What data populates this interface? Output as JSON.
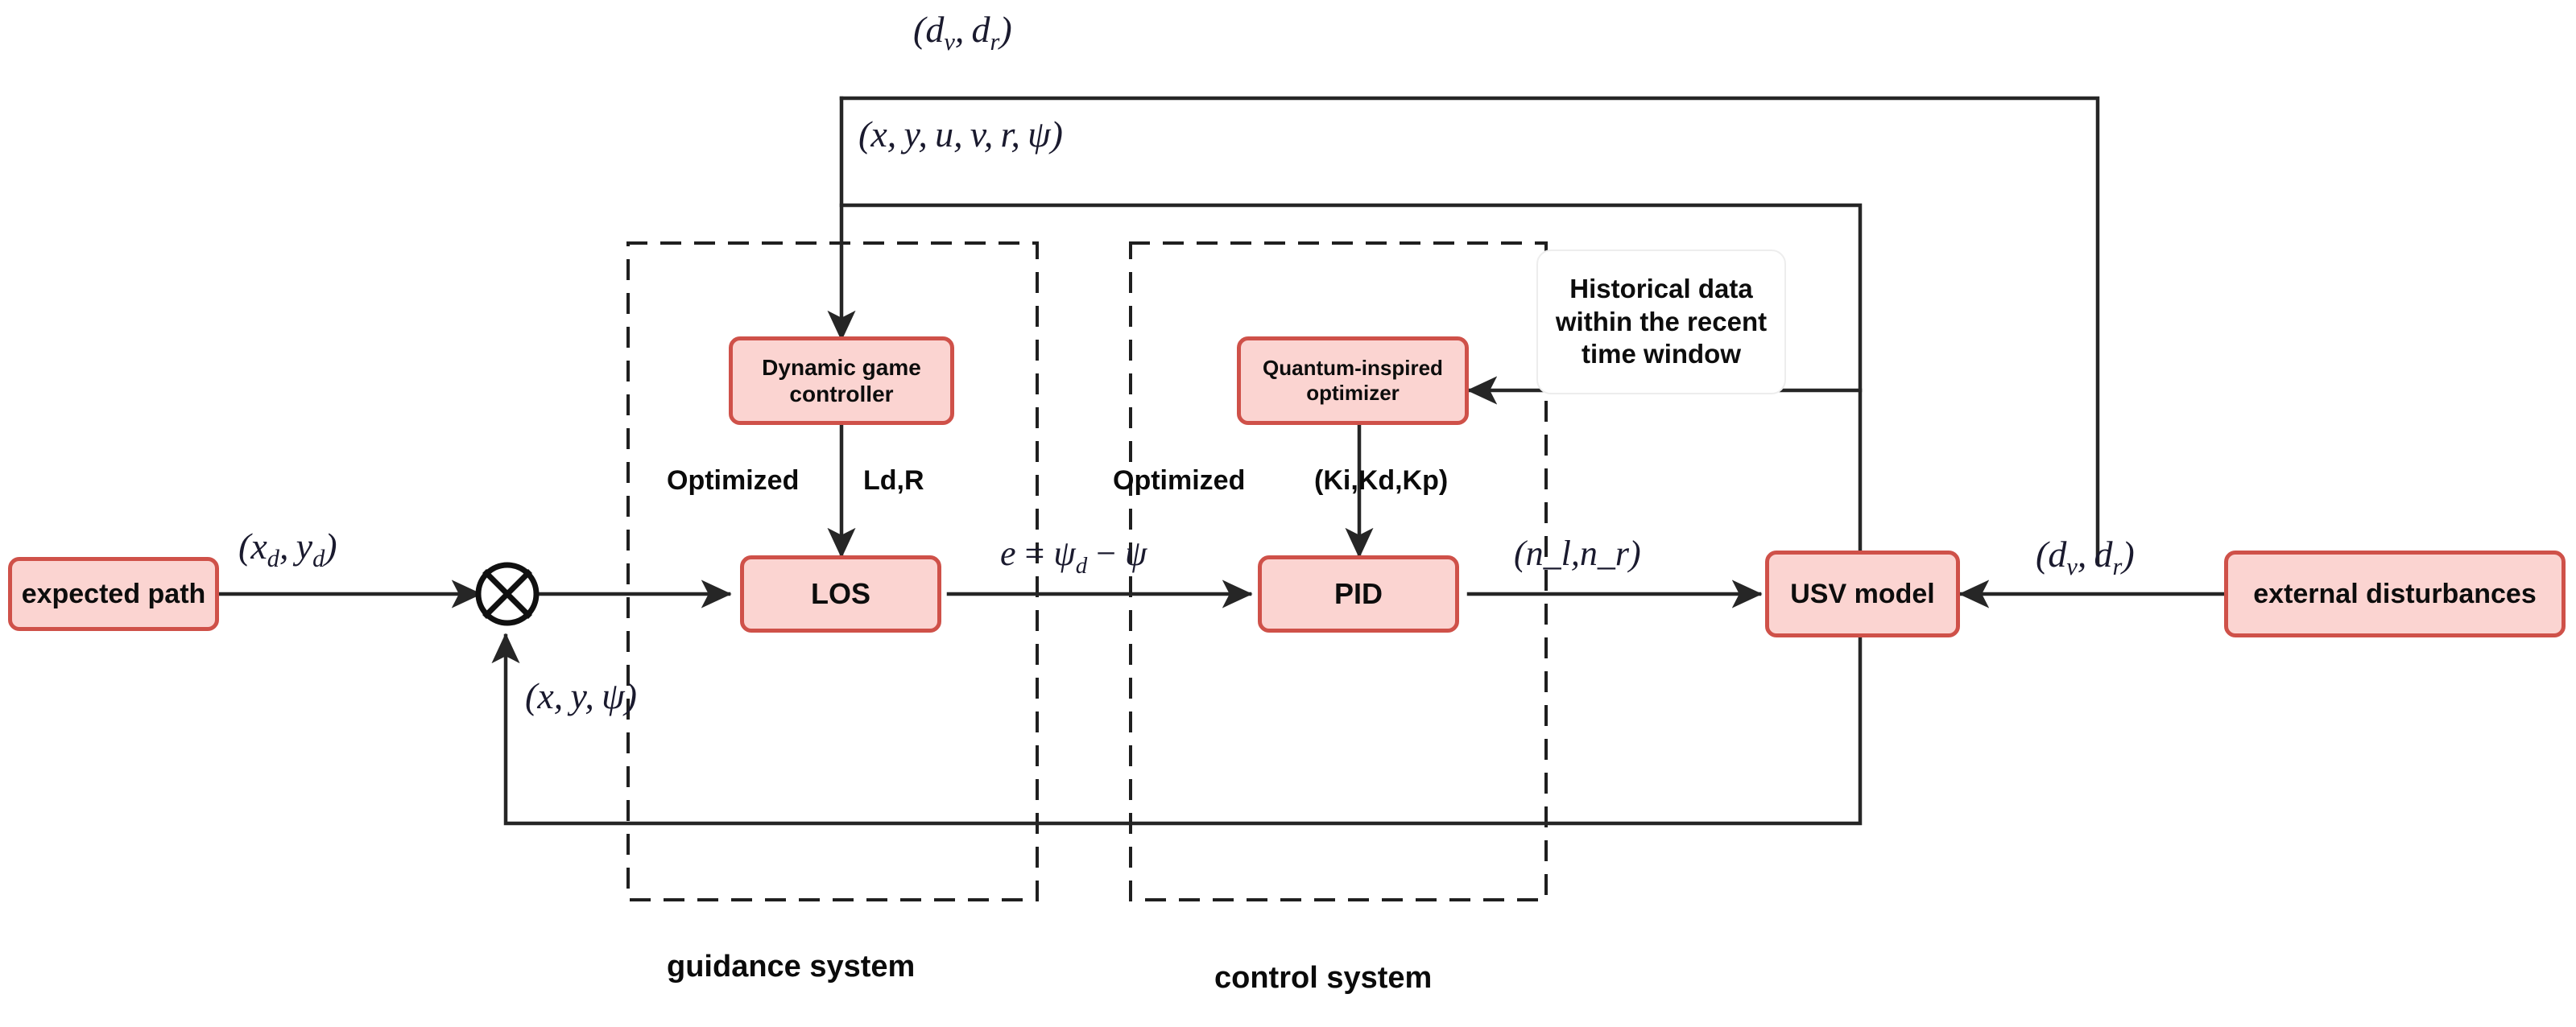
{
  "diagram": {
    "title": "USV guidance and control block diagram",
    "colors": {
      "block_fill": "#fbd4d1",
      "block_border": "#cf5149",
      "wire": "#262626",
      "math_text": "#1a1a2e",
      "note_border": "#ededed"
    },
    "blocks": [
      {
        "id": "expected-path",
        "label": "expected path"
      },
      {
        "id": "los",
        "label": "LOS"
      },
      {
        "id": "pid",
        "label": "PID"
      },
      {
        "id": "usv-model",
        "label": "USV model"
      },
      {
        "id": "external-disturbances",
        "label": "external disturbances"
      },
      {
        "id": "dynamic-game-controller",
        "label_line1": "Dynamic game",
        "label_line2": "controller"
      },
      {
        "id": "quantum-inspired-optimizer",
        "label_line1": "Quantum-inspired",
        "label_line2": "optimizer"
      }
    ],
    "note": {
      "line1": "Historical data",
      "line2": "within the recent",
      "line3": "time window"
    },
    "group_labels": {
      "guidance": "guidance system",
      "control": "control system"
    },
    "tuning_labels": {
      "guidance_optimized": "Optimized",
      "guidance_params": "Ld,R",
      "control_optimized": "Optimized",
      "control_params": "(Ki,Kd,Kp)"
    },
    "signals": {
      "disturbance_top": "(d_v , d_r )",
      "state_full": "(x, y, u, v, r, ψ)",
      "desired_path": "(x_d , y_d )",
      "heading_error": "e = ψ_d − ψ",
      "thrust": "(n_l, n_r)",
      "disturbance_right": "(d_v , d_r )",
      "pose_feedback": "(x, y, ψ)"
    }
  }
}
